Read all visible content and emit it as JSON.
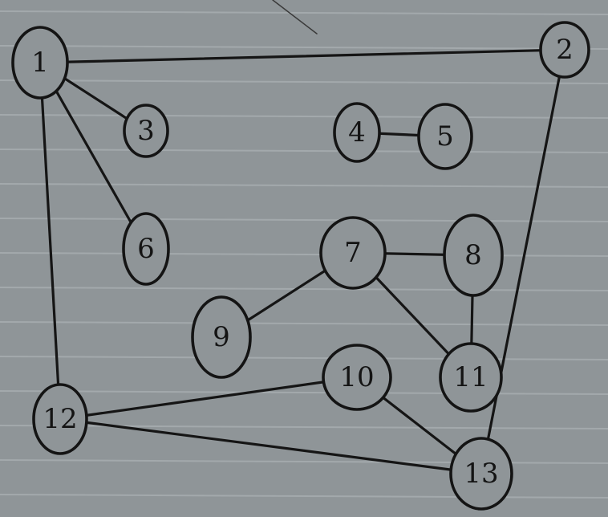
{
  "diagram": {
    "nodes": [
      {
        "id": "1",
        "label": "1"
      },
      {
        "id": "2",
        "label": "2"
      },
      {
        "id": "3",
        "label": "3"
      },
      {
        "id": "4",
        "label": "4"
      },
      {
        "id": "5",
        "label": "5"
      },
      {
        "id": "6",
        "label": "6"
      },
      {
        "id": "7",
        "label": "7"
      },
      {
        "id": "8",
        "label": "8"
      },
      {
        "id": "9",
        "label": "9"
      },
      {
        "id": "10",
        "label": "10"
      },
      {
        "id": "11",
        "label": "11"
      },
      {
        "id": "12",
        "label": "12"
      },
      {
        "id": "13",
        "label": "13"
      }
    ],
    "edges": [
      [
        "1",
        "2"
      ],
      [
        "1",
        "3"
      ],
      [
        "1",
        "6"
      ],
      [
        "1",
        "12"
      ],
      [
        "2",
        "13"
      ],
      [
        "4",
        "5"
      ],
      [
        "7",
        "8"
      ],
      [
        "7",
        "9"
      ],
      [
        "7",
        "11"
      ],
      [
        "8",
        "11"
      ],
      [
        "10",
        "12"
      ],
      [
        "10",
        "13"
      ],
      [
        "12",
        "13"
      ]
    ]
  },
  "colors": {
    "paper": "#8f9598",
    "ink": "#141414",
    "ruled_line": "#a3a9ac"
  }
}
